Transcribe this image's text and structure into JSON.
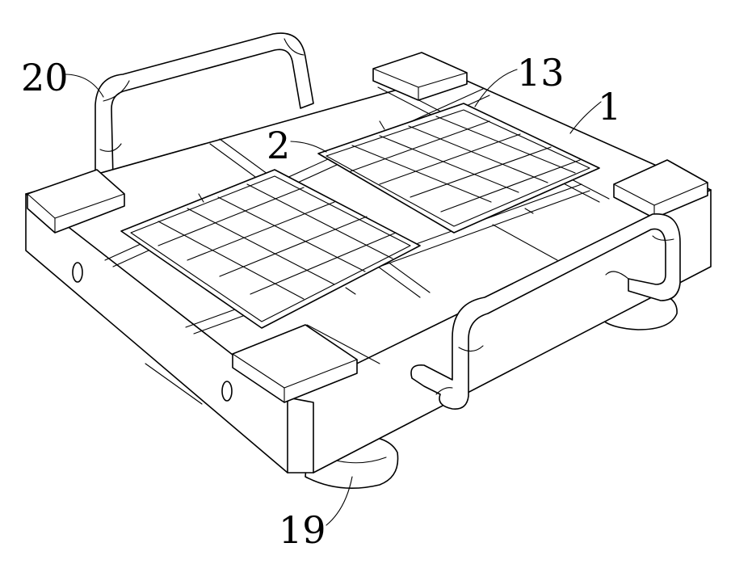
{
  "figure": {
    "labels": [
      {
        "id": "label-20",
        "text": "20"
      },
      {
        "id": "label-13",
        "text": "13"
      },
      {
        "id": "label-1",
        "text": "1"
      },
      {
        "id": "label-2",
        "text": "2"
      },
      {
        "id": "label-19",
        "text": "19"
      }
    ]
  }
}
